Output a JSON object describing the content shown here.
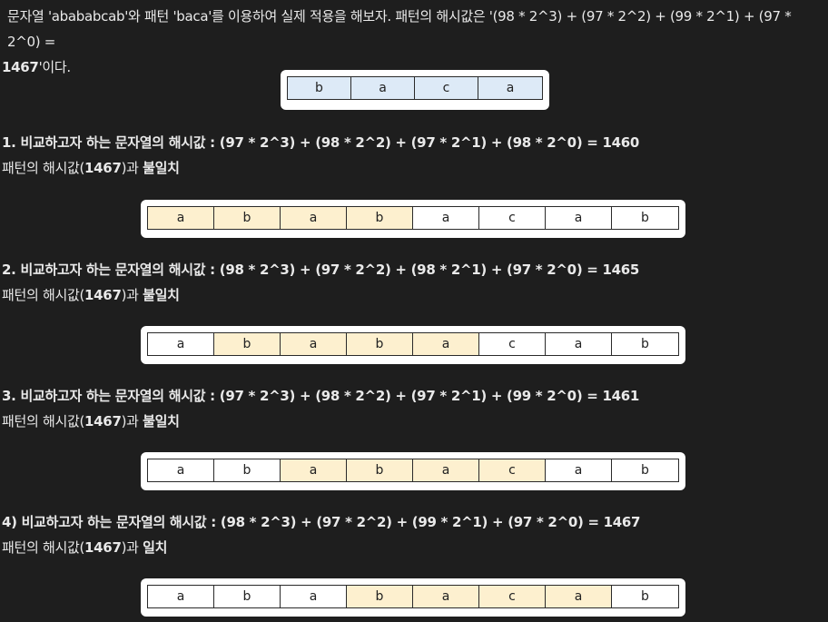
{
  "intro": {
    "line1": "문자열 'abababcab'와 패턴 'baca'를 이용하여 실제 적용을 해보자. 패턴의 해시값은 '(98 * 2^3) + (97 * 2^2) + (99 * 2^1) + (97 * 2^0) =",
    "line2_bold": "1467",
    "line2_rest": "'이다."
  },
  "pattern": [
    "b",
    "a",
    "c",
    "a"
  ],
  "text_cells": [
    "a",
    "b",
    "a",
    "b",
    "a",
    "c",
    "a",
    "b"
  ],
  "steps": [
    {
      "heading": "1. 비교하고자 하는 문자열의 해시값 : (97 * 2^3) + (98 * 2^2) + (97 * 2^1) + (98 * 2^0) = 1460",
      "result_prefix": "패턴의 해시값(",
      "result_hash": "1467",
      "result_mid": ")과 ",
      "result_verdict": "불일치",
      "highlight": [
        0,
        1,
        2,
        3
      ]
    },
    {
      "heading": "2. 비교하고자 하는 문자열의 해시값 : (98 * 2^3) + (97 * 2^2) + (98 * 2^1) + (97 * 2^0) = 1465",
      "result_prefix": "패턴의 해시값(",
      "result_hash": "1467",
      "result_mid": ")과 ",
      "result_verdict": "불일치",
      "highlight": [
        1,
        2,
        3,
        4
      ]
    },
    {
      "heading": "3. 비교하고자 하는 문자열의 해시값 : (97 * 2^3) + (98 * 2^2) + (97 * 2^1) + (99 * 2^0) = 1461",
      "result_prefix": "패턴의 해시값(",
      "result_hash": "1467",
      "result_mid": ")과 ",
      "result_verdict": "불일치",
      "highlight": [
        2,
        3,
        4,
        5
      ]
    },
    {
      "heading": "4) 비교하고자 하는 문자열의 해시값 : (98 * 2^3) + (97 * 2^2) + (99 * 2^1) + (97 * 2^0) = 1467",
      "result_prefix": "패턴의 해시값(",
      "result_hash": "1467",
      "result_mid": ")과 ",
      "result_verdict": "일치",
      "highlight": [
        3,
        4,
        5,
        6
      ]
    }
  ],
  "colors": {
    "background": "#1e1e1e",
    "pattern_cell": "#ddeaf7",
    "highlight_cell": "#fdf0cf",
    "plain_cell": "#ffffff"
  }
}
